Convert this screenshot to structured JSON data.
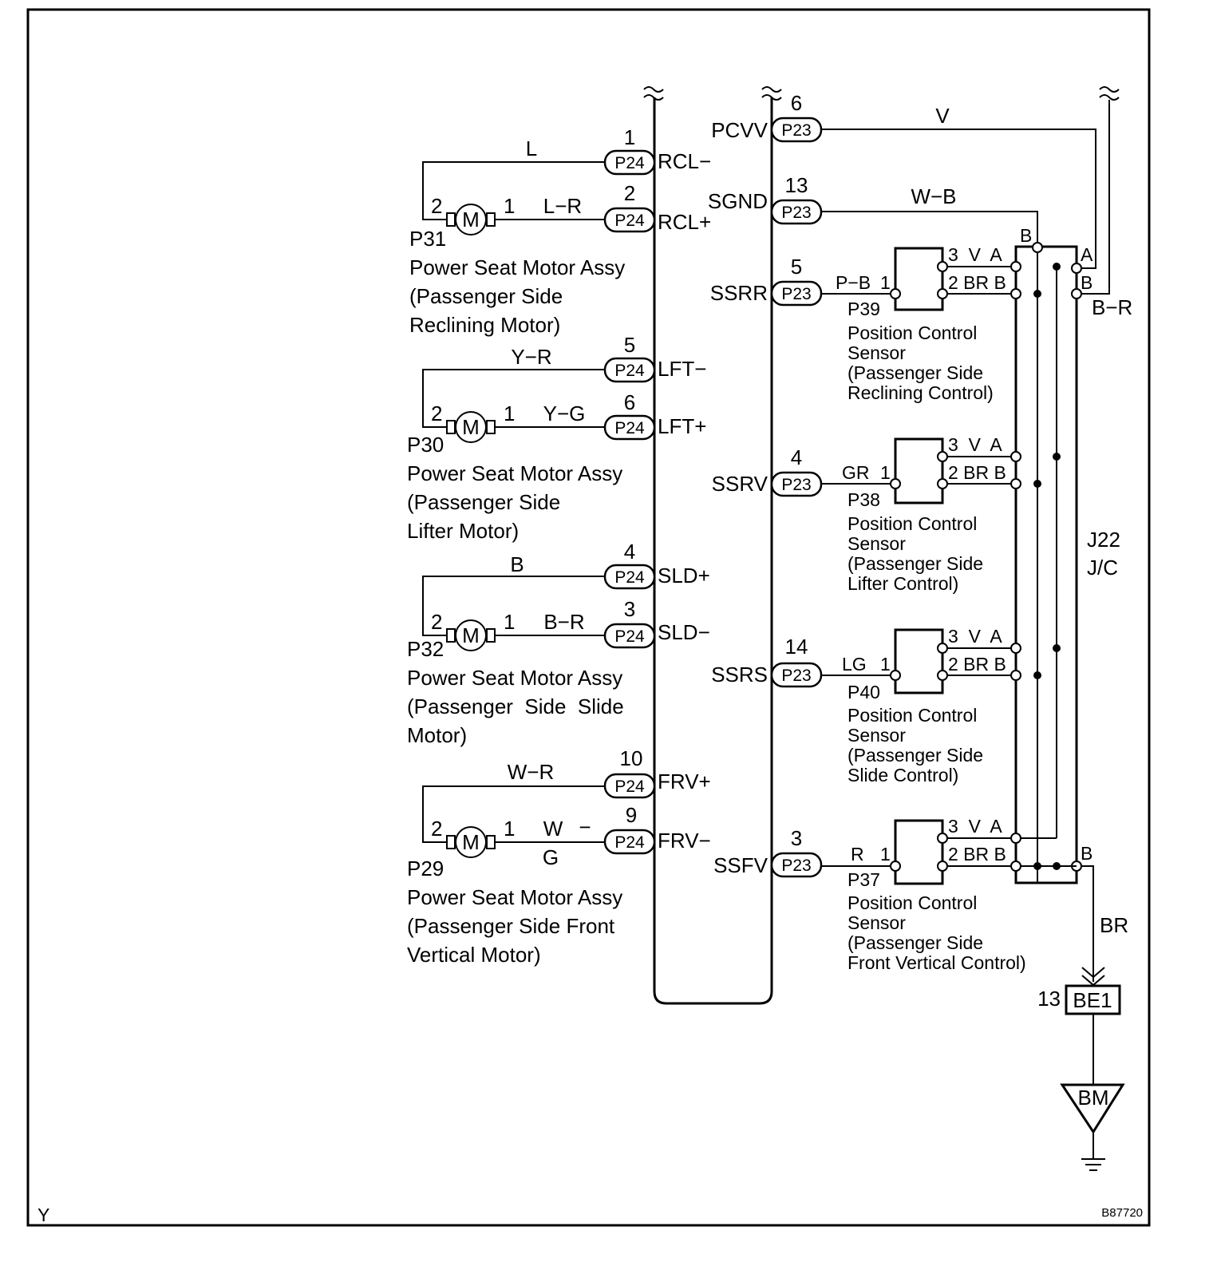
{
  "footer": {
    "left_mark": "Y",
    "figure_id": "B87720"
  },
  "ecu": {
    "left_connector": "P24",
    "right_connector": "P23",
    "left_pins": [
      {
        "pin": "1",
        "signal": "RCL−",
        "wire": "L"
      },
      {
        "pin": "2",
        "signal": "RCL+",
        "wire": "L−R"
      },
      {
        "pin": "5",
        "signal": "LFT−",
        "wire": "Y−R"
      },
      {
        "pin": "6",
        "signal": "LFT+",
        "wire": "Y−G"
      },
      {
        "pin": "4",
        "signal": "SLD+",
        "wire": "B"
      },
      {
        "pin": "3",
        "signal": "SLD−",
        "wire": "B−R"
      },
      {
        "pin": "10",
        "signal": "FRV+",
        "wire": "W−R"
      },
      {
        "pin": "9",
        "signal": "FRV−",
        "wire": "W",
        "wire_dash": "−",
        "wire2": "G"
      }
    ],
    "right_pins": [
      {
        "pin": "6",
        "signal": "PCVV",
        "wire": "V"
      },
      {
        "pin": "13",
        "signal": "SGND",
        "wire": "W−B"
      },
      {
        "pin": "5",
        "signal": "SSRR",
        "wire": "P−B"
      },
      {
        "pin": "4",
        "signal": "SSRV",
        "wire": "GR"
      },
      {
        "pin": "14",
        "signal": "SSRS",
        "wire": "LG"
      },
      {
        "pin": "3",
        "signal": "SSFV",
        "wire": "R"
      }
    ]
  },
  "motors": [
    {
      "id": "P31",
      "pin_a": "2",
      "pin_b": "1",
      "symbol": "M",
      "lines": [
        "Power Seat Motor Assy",
        "(Passenger Side",
        "Reclining Motor)"
      ]
    },
    {
      "id": "P30",
      "pin_a": "2",
      "pin_b": "1",
      "symbol": "M",
      "lines": [
        "Power Seat Motor Assy",
        "(Passenger Side",
        "Lifter Motor)"
      ]
    },
    {
      "id": "P32",
      "pin_a": "2",
      "pin_b": "1",
      "symbol": "M",
      "lines": [
        "Power Seat Motor Assy",
        "(Passenger  Side  Slide",
        "Motor)"
      ]
    },
    {
      "id": "P29",
      "pin_a": "2",
      "pin_b": "1",
      "symbol": "M",
      "lines": [
        "Power Seat Motor Assy",
        "(Passenger Side Front",
        "Vertical Motor)"
      ]
    }
  ],
  "sensors": [
    {
      "id": "P39",
      "in_pin": "1",
      "v_label": "3  V  A",
      "br_label": "2 BR B",
      "lines": [
        "Position Control",
        "Sensor",
        "(Passenger Side",
        "Reclining Control)"
      ]
    },
    {
      "id": "P38",
      "in_pin": "1",
      "v_label": "3  V  A",
      "br_label": "2 BR B",
      "lines": [
        "Position Control",
        "Sensor",
        "(Passenger Side",
        "Lifter Control)"
      ]
    },
    {
      "id": "P40",
      "in_pin": "1",
      "v_label": "3  V  A",
      "br_label": "2 BR B",
      "lines": [
        "Position Control",
        "Sensor",
        "(Passenger Side",
        "Slide Control)"
      ]
    },
    {
      "id": "P37",
      "in_pin": "1",
      "v_label": "3  V  A",
      "br_label": "2 BR B",
      "lines": [
        "Position Control",
        "Sensor",
        "(Passenger Side",
        "Front Vertical Control)"
      ]
    }
  ],
  "junction": {
    "name": "J22",
    "type": "J/C",
    "top_b": "B",
    "top_a": "A",
    "right_b": "B",
    "bottom_b": "B",
    "br_wire": "B−R"
  },
  "ground": {
    "wire": "BR",
    "pin": "13",
    "connector": "BE1",
    "point": "BM"
  }
}
